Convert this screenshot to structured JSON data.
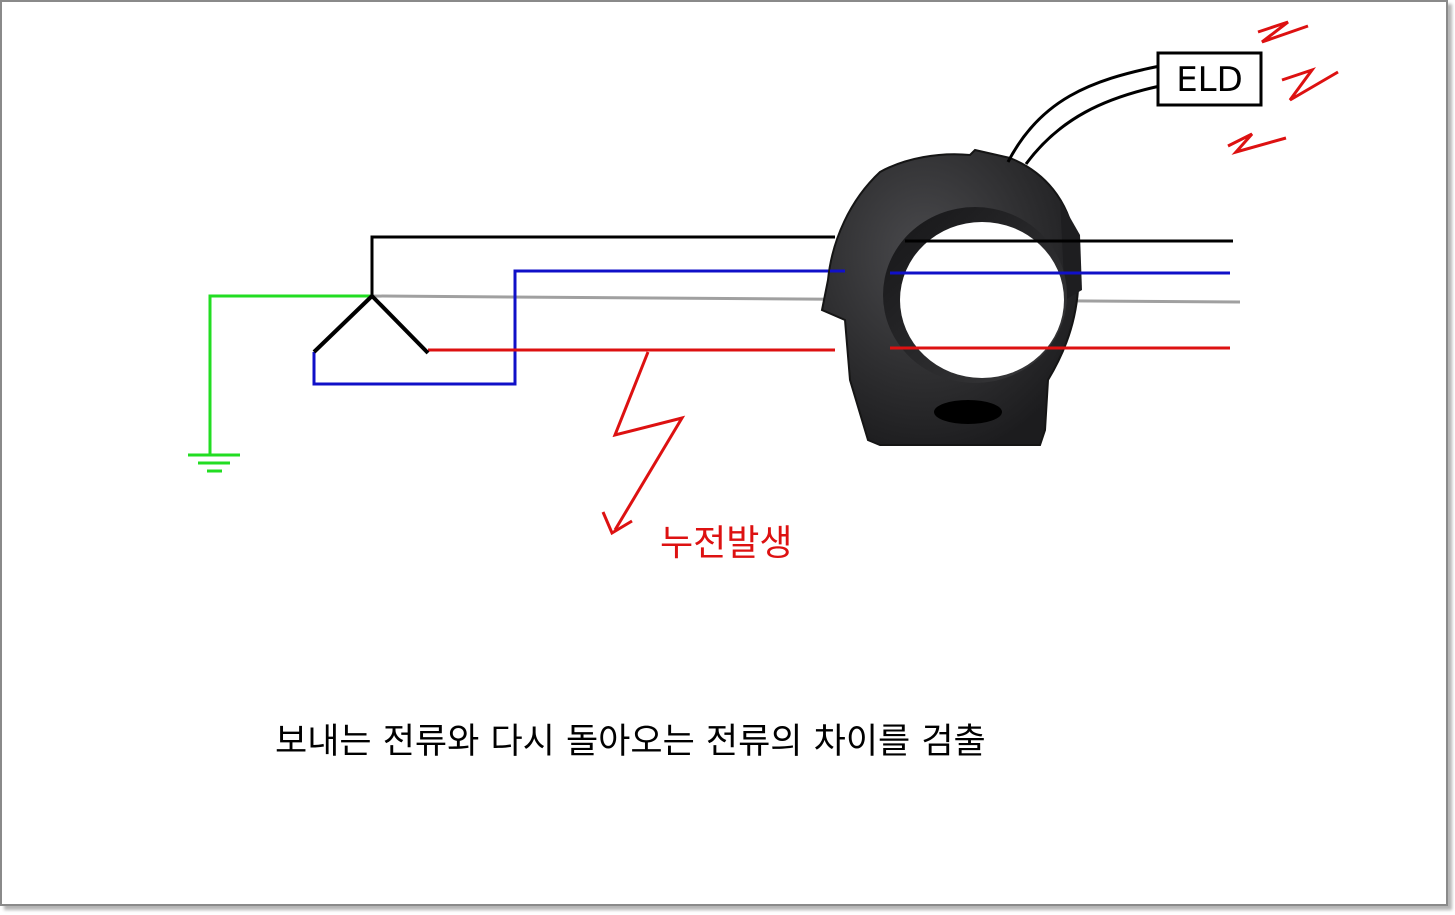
{
  "diagram": {
    "device_label": "ELD",
    "leakage_label": "누전발생",
    "caption": "보내는 전류와 다시 돌아오는 전류의 차이를 검출"
  },
  "colors": {
    "black_wire": "#000000",
    "blue_wire": "#1010c8",
    "gray_wire": "#a0a0a0",
    "red_wire": "#dd1111",
    "ground_wire": "#22dd22",
    "signal_marks": "#dd1111",
    "ct_body": "#2e2e30"
  },
  "icons": {
    "ground": "ground-symbol-icon",
    "leakage": "lightning-bolt-icon",
    "signal": "wireless-signal-icon"
  }
}
